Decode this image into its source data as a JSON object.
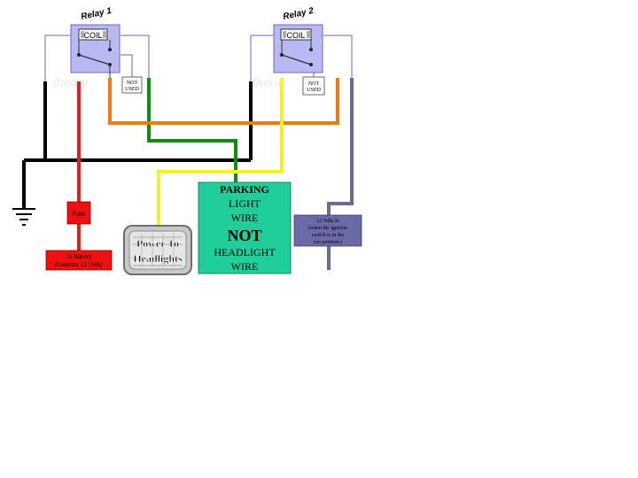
{
  "relays": [
    {
      "title": "Relay 1",
      "coil_label": "COIL",
      "note_line1": "NOT",
      "note_line2": "USED"
    },
    {
      "title": "Relay 2",
      "coil_label": "COIL",
      "note_line1": "NOT",
      "note_line2": "USED"
    }
  ],
  "fuse_label": "Fuse",
  "battery": {
    "line1": "To Battery",
    "line2": "(Constant 12 Volts)"
  },
  "headlights": {
    "line1": "Power To",
    "line2": "Headlights"
  },
  "parking_box": {
    "line1": "PARKING",
    "line2": "LIGHT",
    "line3": "WIRE",
    "line4": "NOT",
    "line5": "HEADLIGHT",
    "line6": "WIRE"
  },
  "ignition": {
    "line1": "12 Volts In",
    "line2": "(when the ignition",
    "line3": "switch is in the",
    "line4": "run position.)"
  },
  "colors": {
    "wire_black": "#000000",
    "wire_red": "#e02020",
    "wire_green": "#138a13",
    "wire_orange": "#f07a10",
    "wire_yellow": "#f4f02a",
    "wire_purple": "#6a6a9a",
    "relay_fill": "#b9b9f3",
    "relay_outline": "#6a6ab8",
    "parking_fill": "#1fce98",
    "fuse_fill": "#ee1111",
    "battery_fill": "#ee1111",
    "ignition_fill": "#6a6aa6"
  }
}
